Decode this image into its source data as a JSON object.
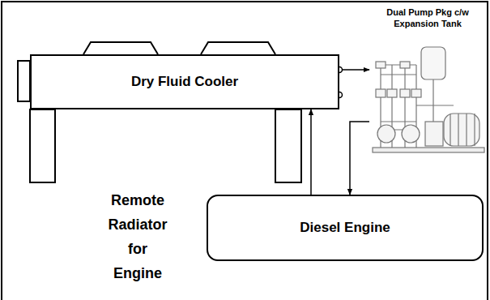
{
  "diagram": {
    "nodes": [
      {
        "text": [
          "Dry Fluid Cooler"
        ]
      },
      {
        "text": [
          "Dual Pump Pkg c/w Expansion Tank"
        ]
      },
      {
        "text": [
          "Diesel Engine"
        ]
      }
    ],
    "edges": [
      {
        "from": 0,
        "to": 1,
        "arrow": "to"
      },
      {
        "from": 1,
        "to": 2,
        "arrow": "to"
      },
      {
        "from": 2,
        "to": 0,
        "arrow": "to"
      }
    ],
    "labels": [
      "Remote Radiator for Engine"
    ]
  }
}
